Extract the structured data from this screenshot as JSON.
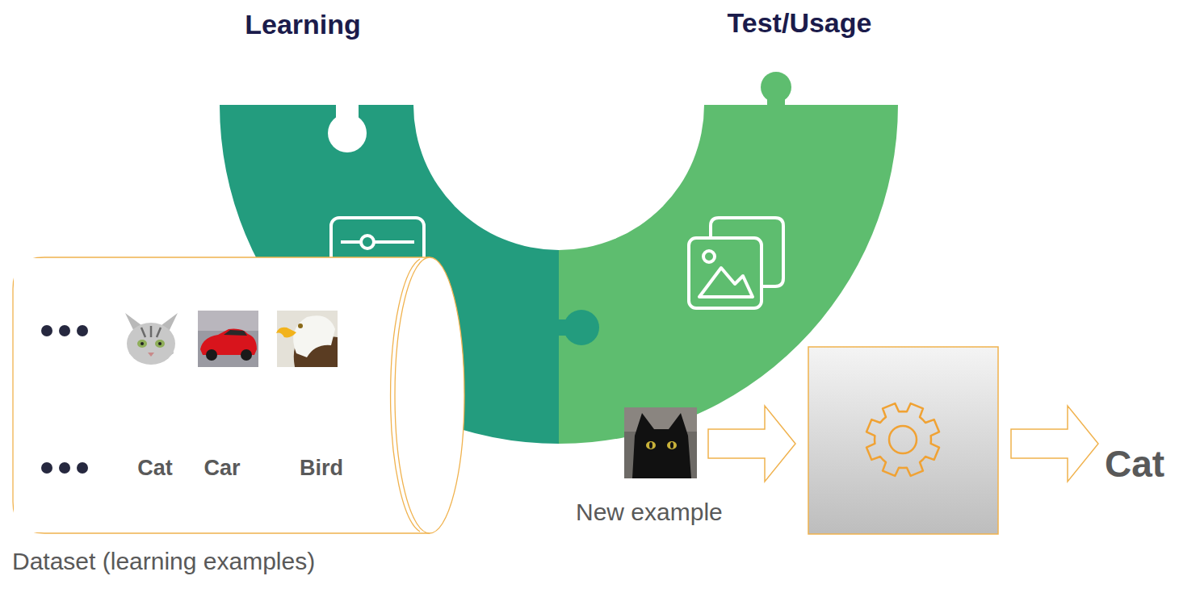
{
  "diagram": {
    "nodes": [
      {
        "text": [
          "Cat",
          "Car",
          "Bird",
          "Dataset (learning examples)"
        ]
      }
    ],
    "labels": [
      "Learning",
      "Test/Usage",
      "New example",
      "Cat"
    ]
  }
}
